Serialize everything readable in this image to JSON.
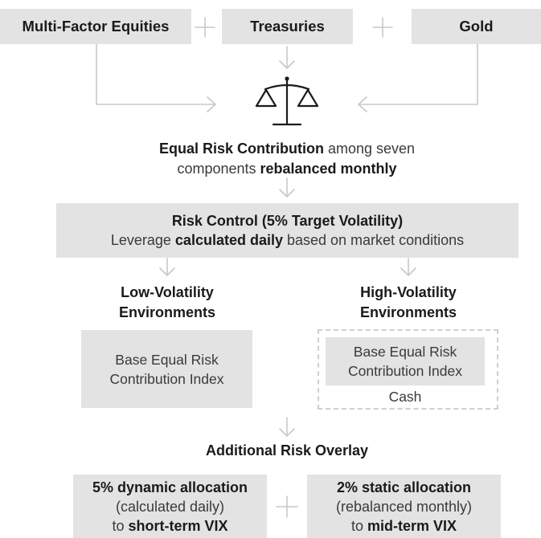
{
  "inputs": {
    "equities": "Multi-Factor Equities",
    "treasuries": "Treasuries",
    "gold": "Gold"
  },
  "erc": {
    "line1_bold": "Equal Risk Contribution",
    "line1_rest": " among seven",
    "line2_pre": "components ",
    "line2_bold": "rebalanced monthly"
  },
  "risk_control": {
    "title": "Risk Control (5% Target Volatility)",
    "line_pre": "Leverage ",
    "line_bold": "calculated daily",
    "line_post": " based on market conditions"
  },
  "low_vol": {
    "heading_line1": "Low-Volatility",
    "heading_line2": "Environments",
    "box_line1": "Base Equal Risk",
    "box_line2": "Contribution Index"
  },
  "high_vol": {
    "heading_line1": "High-Volatility",
    "heading_line2": "Environments",
    "box_line1": "Base Equal Risk",
    "box_line2": "Contribution Index",
    "cash": "Cash"
  },
  "overlay": {
    "title": "Additional Risk Overlay",
    "left_title": "5% dynamic allocation",
    "left_sub": "(calculated daily)",
    "left_to": "to ",
    "left_target": "short-term VIX",
    "right_title": "2% static allocation",
    "right_sub": "(rebalanced monthly)",
    "right_to": "to ",
    "right_target": "mid-term VIX"
  },
  "icons": {
    "balance": "scale-icon",
    "arrow": "arrow-down-icon",
    "plus": "plus-icon"
  },
  "colors": {
    "box_fill": "#e3e3e3",
    "connector": "#c8c8c8",
    "text": "#1a1a1a"
  }
}
